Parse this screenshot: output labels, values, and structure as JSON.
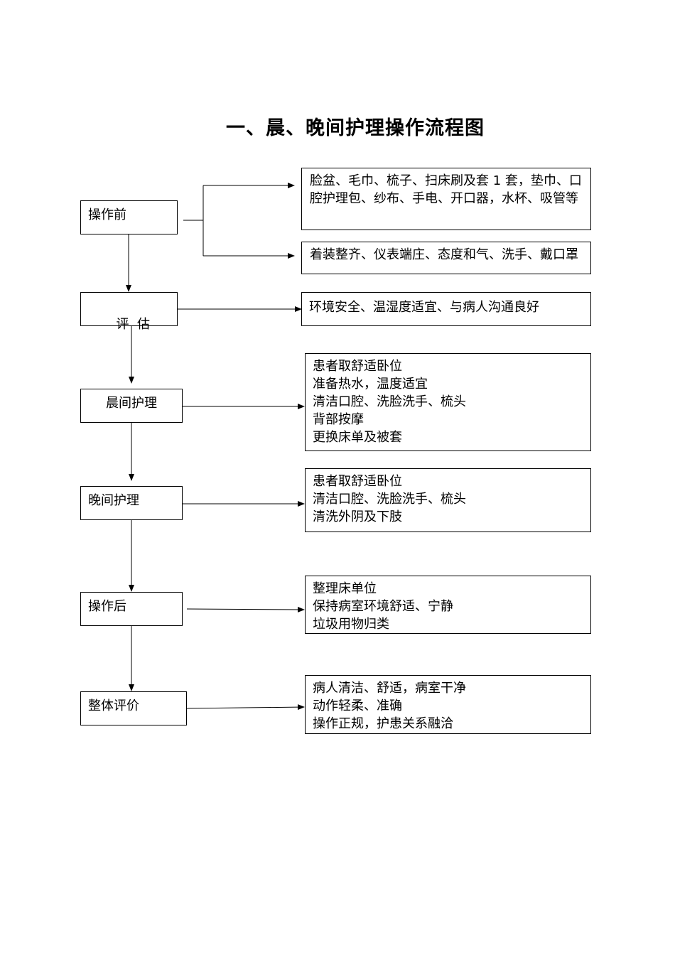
{
  "title": "一、晨、晚间护理操作流程图",
  "steps": [
    {
      "label": "操作前",
      "details": [
        [
          "脸盆、毛巾、梳子、扫床刷及套 1 套，垫巾、口腔护理包、纱布、手电、开口器，水杯、吸管等"
        ],
        [
          "着装整齐、仪表端庄、态度和气、洗手、戴口罩"
        ]
      ]
    },
    {
      "label": "评  估",
      "details": [
        [
          "环境安全、温湿度适宜、与病人沟通良好"
        ]
      ]
    },
    {
      "label": "晨间护理",
      "details": [
        [
          "患者取舒适卧位",
          "准备热水，温度适宜",
          "清洁口腔、洗脸洗手、梳头",
          "背部按摩",
          "更换床单及被套"
        ]
      ]
    },
    {
      "label": "晚间护理",
      "details": [
        [
          "患者取舒适卧位",
          "清洁口腔、洗脸洗手、梳头",
          "清洗外阴及下肢"
        ]
      ]
    },
    {
      "label": "操作后",
      "details": [
        [
          "整理床单位",
          "保持病室环境舒适、宁静",
          "垃圾用物归类"
        ]
      ]
    },
    {
      "label": "整体评价",
      "details": [
        [
          "病人清洁、舒适，病室干净",
          "动作轻柔、准确",
          "操作正规，护患关系融洽"
        ]
      ]
    }
  ]
}
